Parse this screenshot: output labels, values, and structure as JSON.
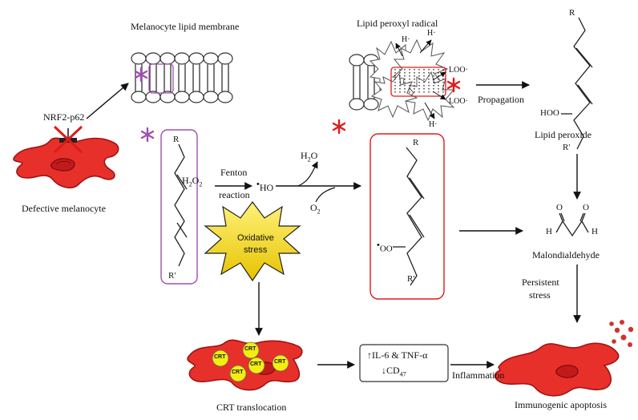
{
  "labels": {
    "membrane_title": "Melanocyte lipid membrane",
    "peroxyl_title": "Lipid peroxyl radical",
    "nrf2": "NRF2-p62",
    "defective": "Defective melanocyte",
    "h2o2": "H2O2",
    "fenton_1": "Fenton",
    "fenton_2": "reaction",
    "ho": "HO",
    "h2o": "H2O",
    "o2": "O2",
    "oxidative_1": "Oxidative",
    "oxidative_2": "stress",
    "propagation": "Propagation",
    "lipid_peroxide": "Lipid peroxide",
    "malondialdehyde": "Malondialdehyde",
    "persistent_1": "Persistent",
    "persistent_2": "stress",
    "il6": "↑IL-6 & TNF-α",
    "cd47": "↓CD47",
    "inflammation": "Inflammation",
    "crt_translocation": "CRT translocation",
    "immunogenic": "Immunogenic apoptosis",
    "crt": "CRT",
    "r": "R",
    "r_prime": "R'",
    "oo": "OO",
    "hoo": "HOO",
    "loo_1": "LOO·",
    "loo_2": "LOO·",
    "h_dot": "H·",
    "h": "H",
    "o": "O"
  },
  "colors": {
    "cell_red": "#e8302a",
    "cell_dark": "#9e1414",
    "purple": "#a04fb0",
    "red_star": "#e01a1a",
    "crt_yellow": "#f3ee10",
    "burst_yellow": "#f5d800"
  },
  "icons": [
    "asterisk-purple-icon",
    "asterisk-red-icon",
    "inhibition-cross-icon",
    "starburst-icon"
  ]
}
